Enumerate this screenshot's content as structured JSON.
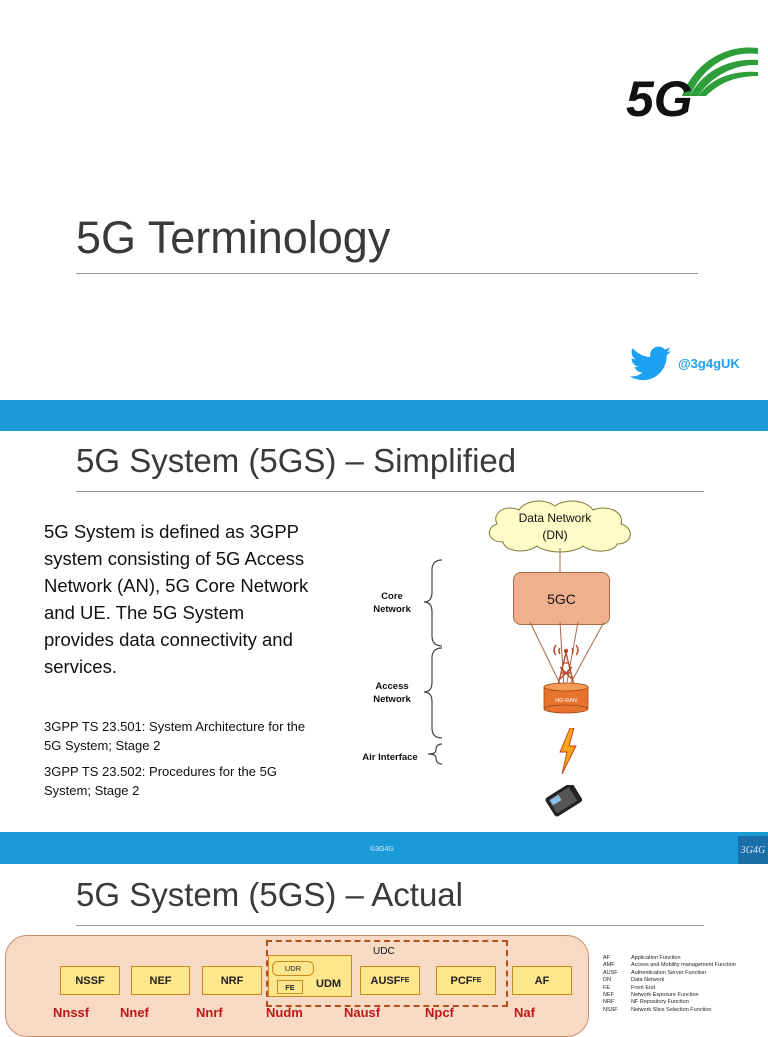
{
  "slide1": {
    "logo_text": "5G",
    "title": "5G Terminology",
    "twitter_handle": "@3g4gUK"
  },
  "slide2": {
    "title": "5G System (5GS) – Simplified",
    "description": "5G System is defined as 3GPP system consisting of 5G Access Network (AN), 5G Core Network and UE. The 5G System provides data connectivity and services.",
    "references": [
      "3GPP TS 23.501: System Architecture for the 5G System; Stage 2",
      "3GPP TS 23.502: Procedures for the 5G System; Stage 2"
    ],
    "diagram": {
      "cloud_label": "Data Network (DN)",
      "core_box": "5GC",
      "ran_label": "NG-RAN",
      "brace_labels": {
        "core": "Core Network",
        "access": "Access Network",
        "air": "Air Interface"
      }
    },
    "footer_copyright": "©3G4G",
    "footer_logo": "3G4G"
  },
  "slide3": {
    "title": "5G System (5GS) – Actual",
    "udc_label": "UDC",
    "nodes": [
      {
        "label": "NSSF",
        "sub": ""
      },
      {
        "label": "NEF",
        "sub": ""
      },
      {
        "label": "NRF",
        "sub": ""
      },
      {
        "label": "UDM",
        "sub": ""
      },
      {
        "label": "AUSF",
        "sub": "FE"
      },
      {
        "label": "PCF",
        "sub": "FE"
      },
      {
        "label": "AF",
        "sub": ""
      }
    ],
    "udr_label": "UDR",
    "fe_label": "FE",
    "interfaces": [
      "Nnssf",
      "Nnef",
      "Nnrf",
      "Nudm",
      "Nausf",
      "Npcf",
      "Naf"
    ],
    "abbreviations": [
      {
        "abbr": "AF",
        "full": "Application Function"
      },
      {
        "abbr": "AMF",
        "full": "Access and Mobility management Function"
      },
      {
        "abbr": "AUSF",
        "full": "Authentication Server Function"
      },
      {
        "abbr": "DN",
        "full": "Data Network"
      },
      {
        "abbr": "FE",
        "full": "Front End"
      },
      {
        "abbr": "NEF",
        "full": "Network Exposure Function"
      },
      {
        "abbr": "NRF",
        "full": "NF Repository Function"
      },
      {
        "abbr": "NSSF",
        "full": "Network Slice Selection Function"
      }
    ]
  },
  "colors": {
    "band_blue": "#1a9ad7",
    "twitter_blue": "#1da1f2",
    "logo_green": "#2e9e3a",
    "core_box": "#f0b08e",
    "nf_yellow": "#fde68c",
    "interface_red": "#c0181a"
  },
  "icons": [
    "5g-logo-icon",
    "twitter-bird-icon",
    "cloud-icon",
    "antenna-tower-icon",
    "lightning-icon",
    "smartphone-icon"
  ]
}
